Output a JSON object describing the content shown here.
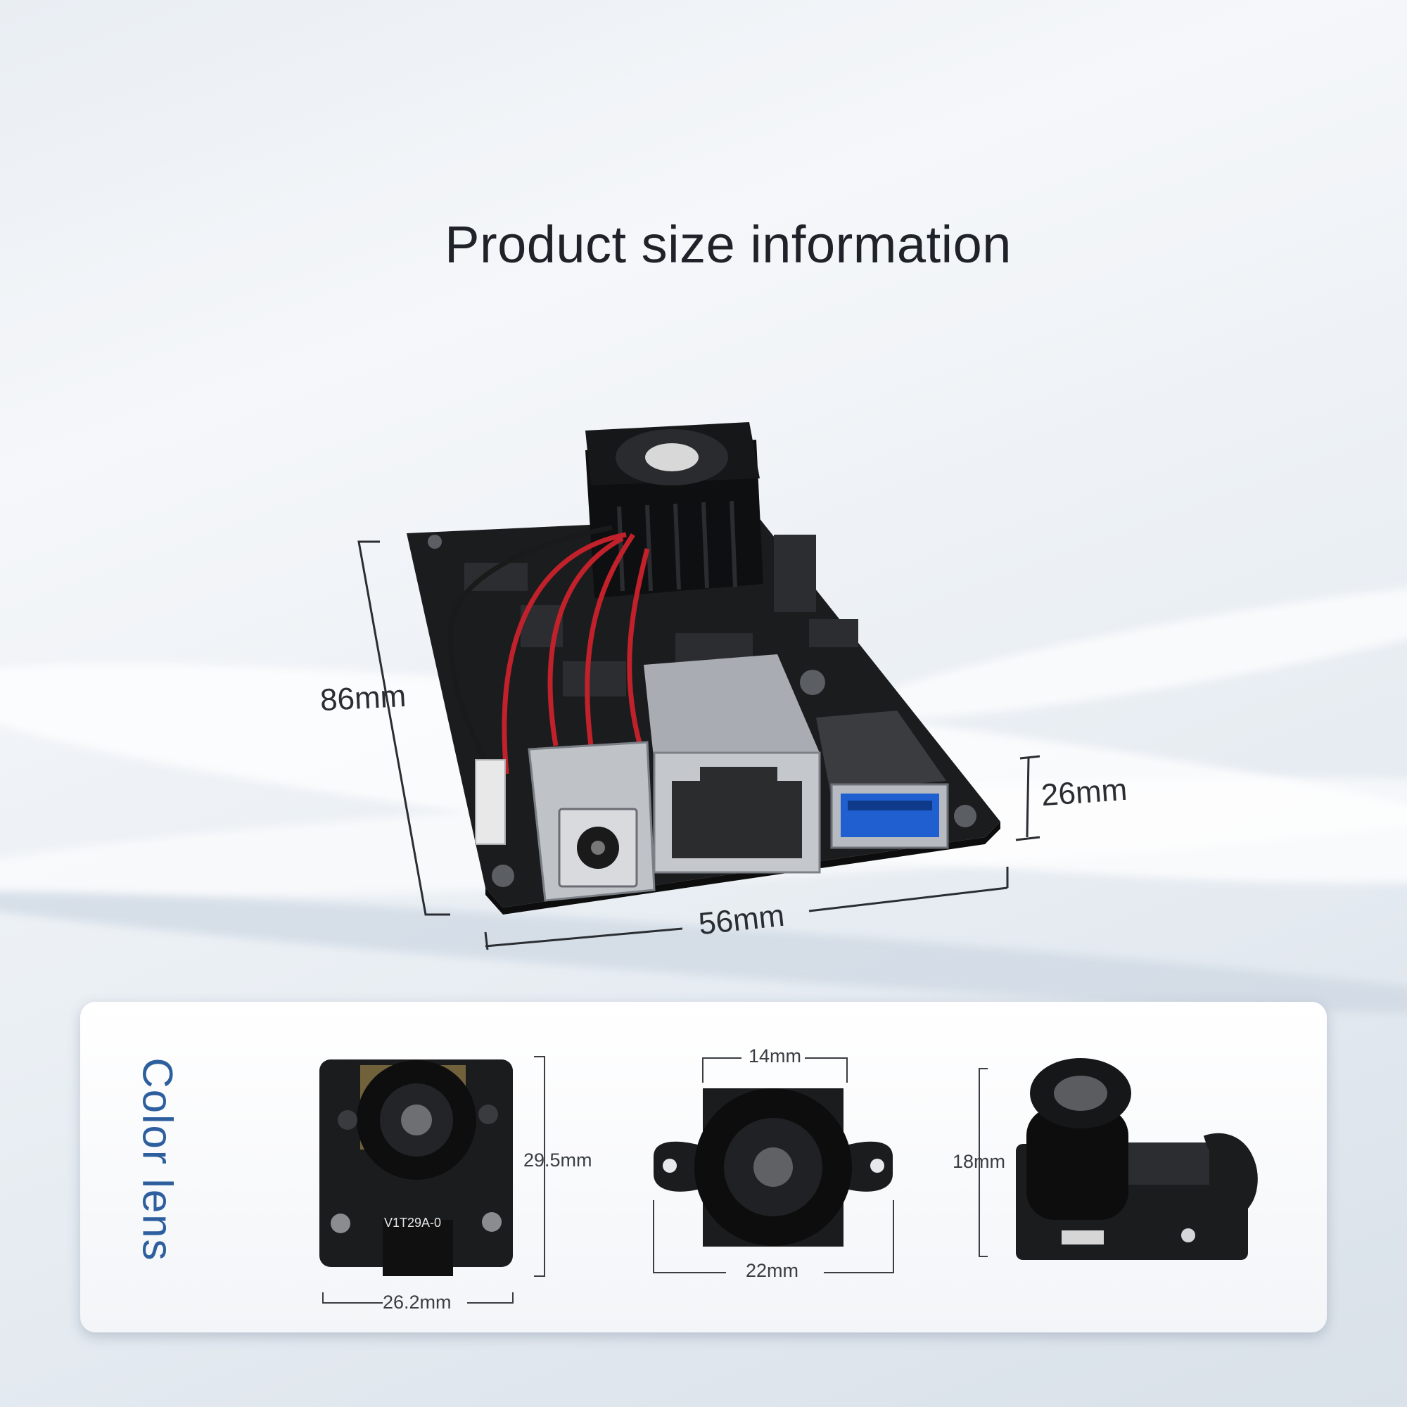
{
  "title": "Product size information",
  "board": {
    "height_label": "86mm",
    "width_label": "56mm",
    "depth_label": "26mm",
    "board_color": "#1b1c1e",
    "wire_red": "#c0212b"
  },
  "lens_card": {
    "heading": "Color lens",
    "heading_color": "#2d5e9e",
    "module_a": {
      "height_label": "29.5mm",
      "width_label": "26.2mm",
      "part_marking": "V1T29A-0"
    },
    "module_b": {
      "top_label": "14mm",
      "bottom_label": "22mm"
    },
    "module_c": {
      "height_label": "18mm"
    }
  }
}
